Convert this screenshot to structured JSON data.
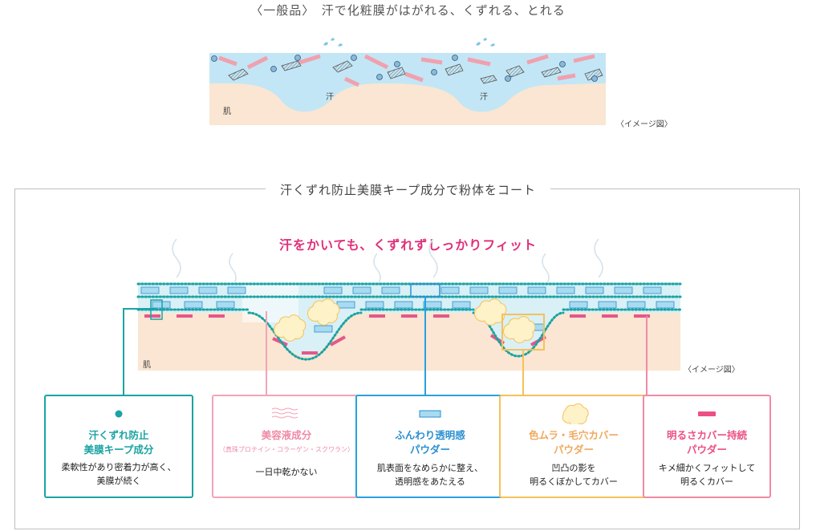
{
  "top": {
    "title": "〈一般品〉　汗で化粧膜がはがれる、くずれる、とれる",
    "skin_label": "肌",
    "sweat_label_1": "汗",
    "sweat_label_2": "汗",
    "image_note": "〈イメージ図〉"
  },
  "bottom": {
    "frame_title": "汗くずれ防止美膜キープ成分で粉体をコート",
    "heading": "汗をかいても、くずれずしっかりフィット",
    "skin_label": "肌",
    "image_note": "〈イメージ図〉"
  },
  "cards": [
    {
      "title_1": "汗くずれ防止",
      "title_2": "美膜キープ成分",
      "desc_1": "柔軟性があり密着力が高く、",
      "desc_2": "美膜が続く",
      "icon": "teal-dot-icon"
    },
    {
      "title_1": "美容液成分",
      "sub": "（真珠プロテイン・コラーゲン・スクワラン）",
      "desc_1": "一日中乾かない",
      "icon": "pink-wave-icon"
    },
    {
      "title_1": "ふんわり透明感",
      "title_2": "パウダー",
      "desc_1": "肌表面をなめらかに整え、",
      "desc_2": "透明感をあたえる",
      "icon": "blue-rect-icon"
    },
    {
      "title_1": "色ムラ・毛穴カバー",
      "title_2": "パウダー",
      "desc_1": "凹凸の影を",
      "desc_2": "明るくぼかしてカバー",
      "icon": "yellow-cloud-icon"
    },
    {
      "title_1": "明るさカバー持続",
      "title_2": "パウダー",
      "desc_1": "キメ細かくフィットして",
      "desc_2": "明るくカバー",
      "icon": "pink-bar-icon"
    }
  ],
  "colors": {
    "teal": "#1aa3a3",
    "pink": "#f08aa6",
    "blue": "#2aa0de",
    "yellow": "#f5c15a",
    "skin": "#fae6d2",
    "film": "#bfe3f3"
  }
}
